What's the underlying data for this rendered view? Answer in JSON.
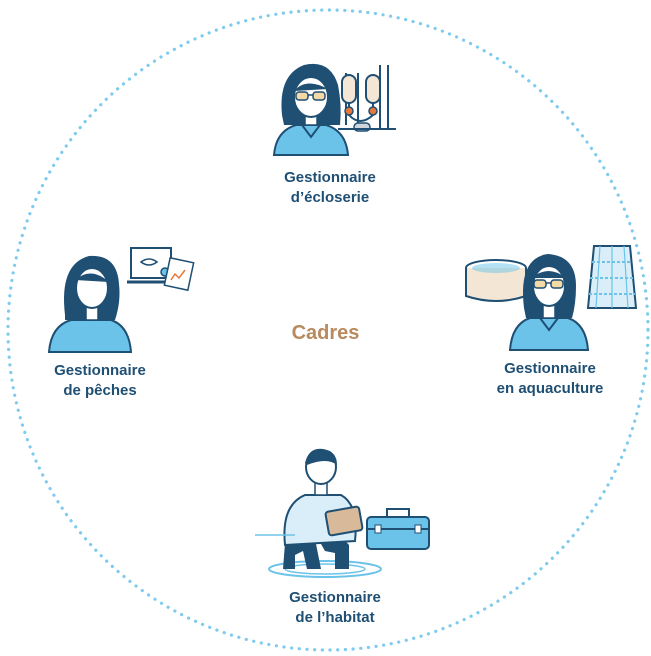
{
  "center": {
    "label": "Cadres"
  },
  "roles": {
    "top": {
      "line1": "Gestionnaire",
      "line2": "d’écloserie"
    },
    "left": {
      "line1": "Gestionnaire",
      "line2": "de pêches"
    },
    "right": {
      "line1": "Gestionnaire",
      "line2": "en aquaculture"
    },
    "bottom": {
      "line1": "Gestionnaire",
      "line2": "de l’habitat"
    }
  },
  "colors": {
    "accent": "#b88a5e",
    "navy": "#1f4f73",
    "light_blue": "#6cc3ea",
    "ring": "#7ecbee"
  },
  "icons": {
    "top": "hatchery-worker-icon",
    "left": "fisheries-manager-icon",
    "right": "aquaculture-worker-icon",
    "bottom": "habitat-worker-icon"
  }
}
